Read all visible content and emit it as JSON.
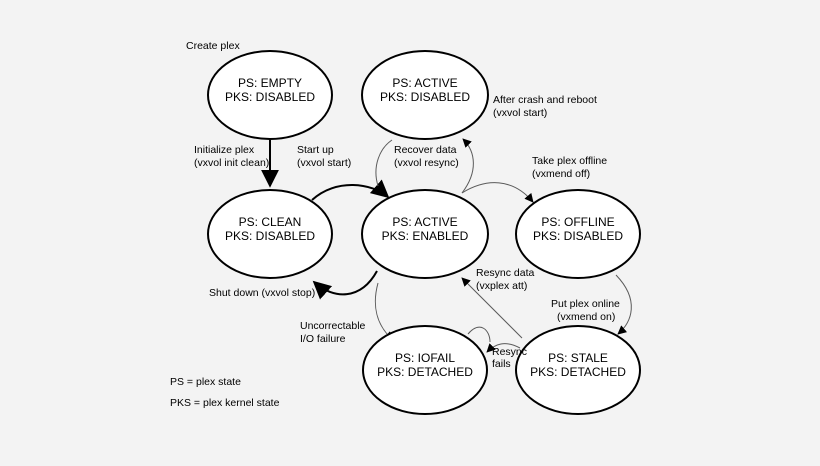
{
  "diagram": {
    "type": "state-transition",
    "colors": {
      "background": "#f3f3f3",
      "node_fill": "#ffffff",
      "line": "#000000"
    },
    "states": {
      "empty": {
        "ps": "PS: EMPTY",
        "pks": "PKS: DISABLED"
      },
      "active_disabled": {
        "ps": "PS: ACTIVE",
        "pks": "PKS: DISABLED"
      },
      "clean": {
        "ps": "PS: CLEAN",
        "pks": "PKS: DISABLED"
      },
      "active_enabled": {
        "ps": "PS: ACTIVE",
        "pks": "PKS: ENABLED"
      },
      "offline": {
        "ps": "PS: OFFLINE",
        "pks": "PKS: DISABLED"
      },
      "iofail": {
        "ps": "PS: IOFAIL",
        "pks": "PKS: DETACHED"
      },
      "stale": {
        "ps": "PS: STALE",
        "pks": "PKS: DETACHED"
      }
    },
    "transitions": {
      "create": {
        "line1": "Create plex"
      },
      "initialize": {
        "line1": "Initialize plex",
        "line2": "(vxvol init clean)"
      },
      "start_up": {
        "line1": "Start up",
        "line2": "(vxvol start)"
      },
      "recover": {
        "line1": "Recover data",
        "line2": "(vxvol resync)"
      },
      "after_crash": {
        "line1": "After crash and reboot",
        "line2": "(vxvol start)"
      },
      "take_offline": {
        "line1": "Take plex offline",
        "line2": "(vxmend off)"
      },
      "shut_down": {
        "line1": "Shut down (vxvol stop)"
      },
      "resync_data": {
        "line1": "Resync data",
        "line2": "(vxplex att)"
      },
      "put_online": {
        "line1": "Put plex online",
        "line2": "(vxmend on)"
      },
      "uncorrectable": {
        "line1": "Uncorrectable",
        "line2": "I/O failure"
      },
      "resync_fails": {
        "line1": "Resync",
        "line2": "fails"
      }
    },
    "legend": {
      "ps": "PS = plex state",
      "pks": "PKS = plex kernel state"
    }
  }
}
